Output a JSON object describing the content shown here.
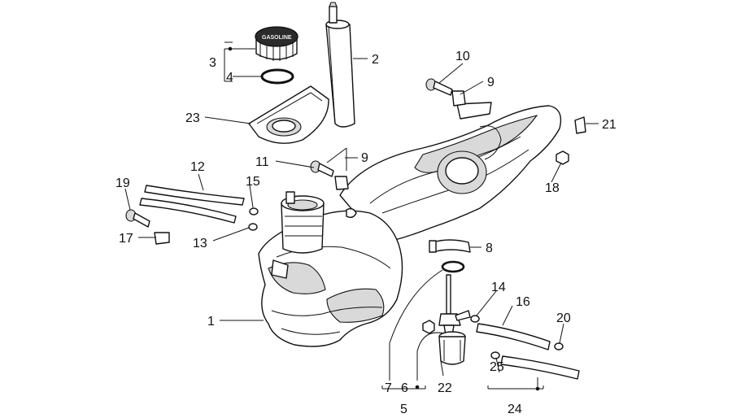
{
  "diagram": {
    "cap_marking": "GASOLINE",
    "labels": [
      {
        "id": "1",
        "text": "1"
      },
      {
        "id": "2",
        "text": "2"
      },
      {
        "id": "3",
        "text": "3"
      },
      {
        "id": "4",
        "text": "4"
      },
      {
        "id": "5",
        "text": "5"
      },
      {
        "id": "6",
        "text": "6"
      },
      {
        "id": "7",
        "text": "7"
      },
      {
        "id": "8",
        "text": "8"
      },
      {
        "id": "9a",
        "text": "9"
      },
      {
        "id": "9b",
        "text": "9"
      },
      {
        "id": "10",
        "text": "10"
      },
      {
        "id": "11",
        "text": "11"
      },
      {
        "id": "12",
        "text": "12"
      },
      {
        "id": "13",
        "text": "13"
      },
      {
        "id": "14",
        "text": "14"
      },
      {
        "id": "15",
        "text": "15"
      },
      {
        "id": "16",
        "text": "16"
      },
      {
        "id": "17",
        "text": "17"
      },
      {
        "id": "18",
        "text": "18"
      },
      {
        "id": "19",
        "text": "19"
      },
      {
        "id": "20",
        "text": "20"
      },
      {
        "id": "21",
        "text": "21"
      },
      {
        "id": "22",
        "text": "22"
      },
      {
        "id": "23",
        "text": "23"
      },
      {
        "id": "24",
        "text": "24"
      },
      {
        "id": "25",
        "text": "25"
      }
    ]
  }
}
